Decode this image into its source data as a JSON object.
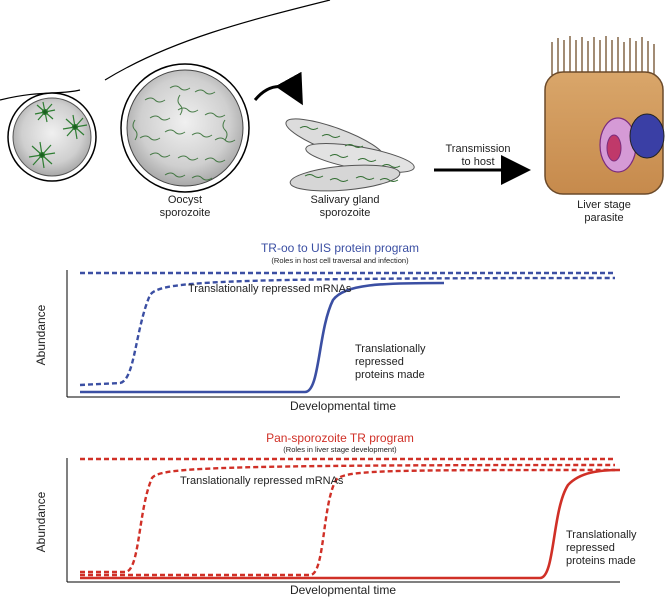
{
  "stages": {
    "oocyst": [
      "Oocyst",
      "sporozoite"
    ],
    "salivary": [
      "Salivary gland",
      "sporozoite"
    ],
    "transmission": [
      "Transmission",
      "to host"
    ],
    "liver": [
      "Liver stage",
      "parasite"
    ]
  },
  "panel1": {
    "title": "TR-oo to UIS protein program",
    "subtitle": "(Roles in host cell traversal and infection)",
    "ylabel": "Abundance",
    "xlabel": "Developmental time",
    "mrna_label": "Translationally repressed mRNAs",
    "protein_label": [
      "Translationally",
      "repressed",
      "proteins made"
    ],
    "color": "#3b4fa3"
  },
  "panel2": {
    "title": "Pan-sporozoite TR program",
    "subtitle": "(Roles in liver stage development)",
    "ylabel": "Abundance",
    "xlabel": "Developmental time",
    "mrna_label": "Translationally repressed mRNAs",
    "protein_label": [
      "Translationally",
      "repressed",
      "proteins made"
    ],
    "color": "#d03027"
  }
}
